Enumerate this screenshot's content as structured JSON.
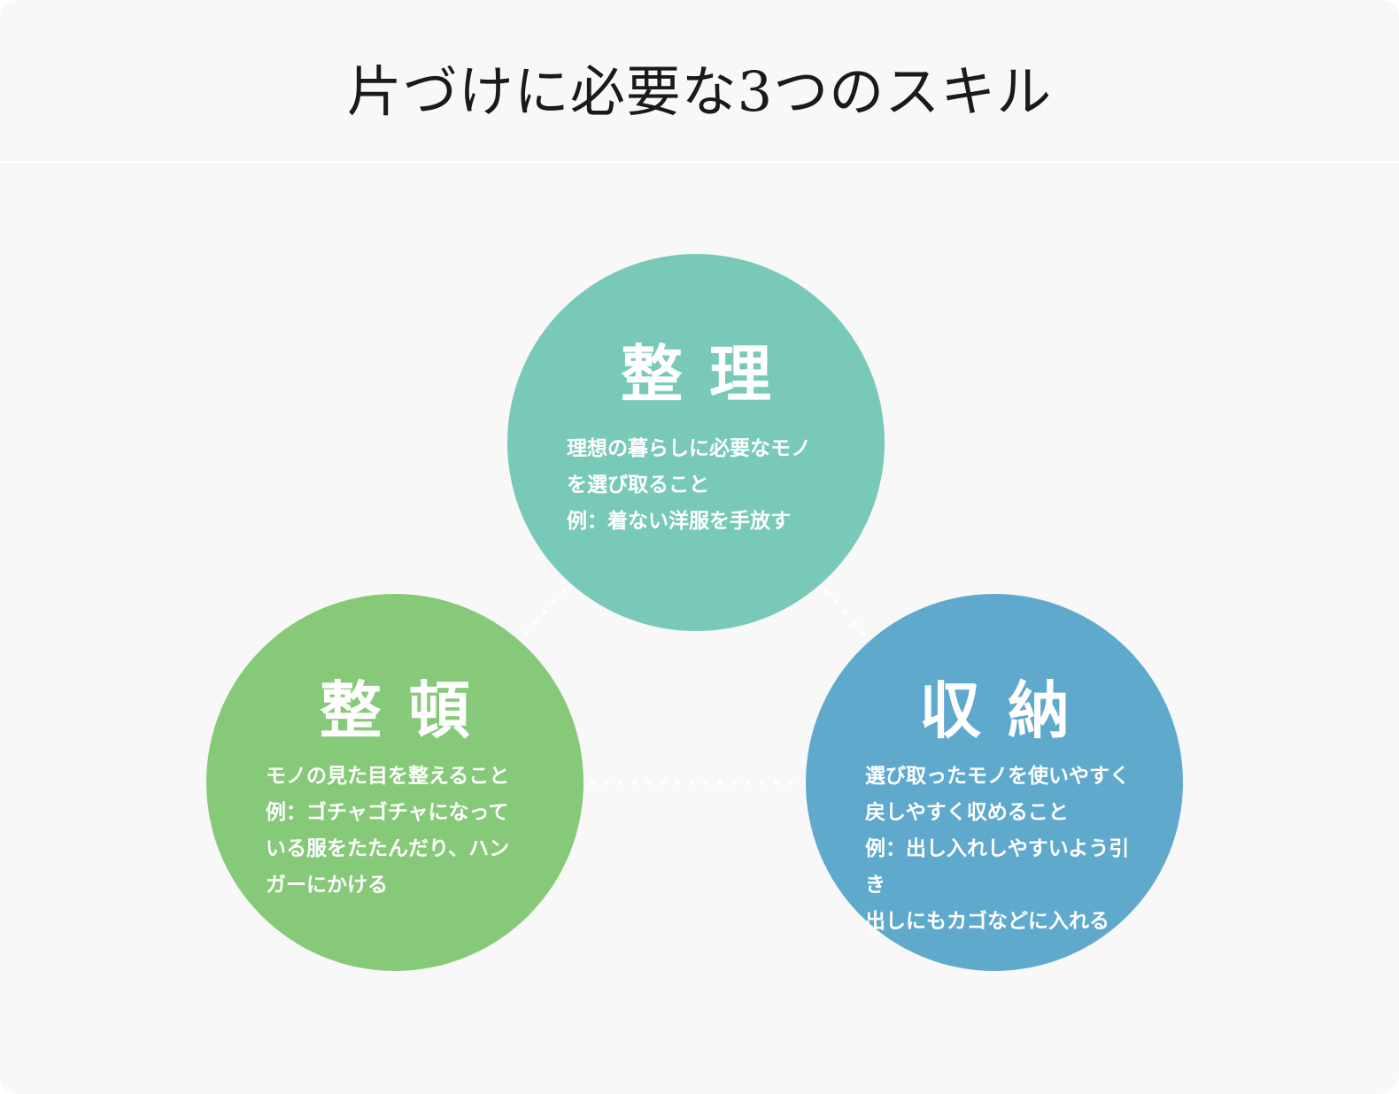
{
  "title": "片づけに必要な3つのスキル",
  "colors": {
    "seiri": "#78c9b8",
    "seiton": "#86c978",
    "shuno": "#5fa9cd",
    "background": "#f8f8f8"
  },
  "skills": [
    {
      "name": "整理",
      "lines": [
        "理想の暮らしに必要なモノ",
        "を選び取ること",
        "例：着ない洋服を手放す"
      ]
    },
    {
      "name": "整頓",
      "lines": [
        "モノの見た目を整えること",
        "例：ゴチャゴチャになって",
        "いる服をたたんだり、ハン",
        "ガーにかける"
      ]
    },
    {
      "name": "収納",
      "lines": [
        "選び取ったモノを使いやすく",
        "戻しやすく収めること",
        "例：出し入れしやすいよう引き",
        "出しにもカゴなどに入れる"
      ]
    }
  ]
}
